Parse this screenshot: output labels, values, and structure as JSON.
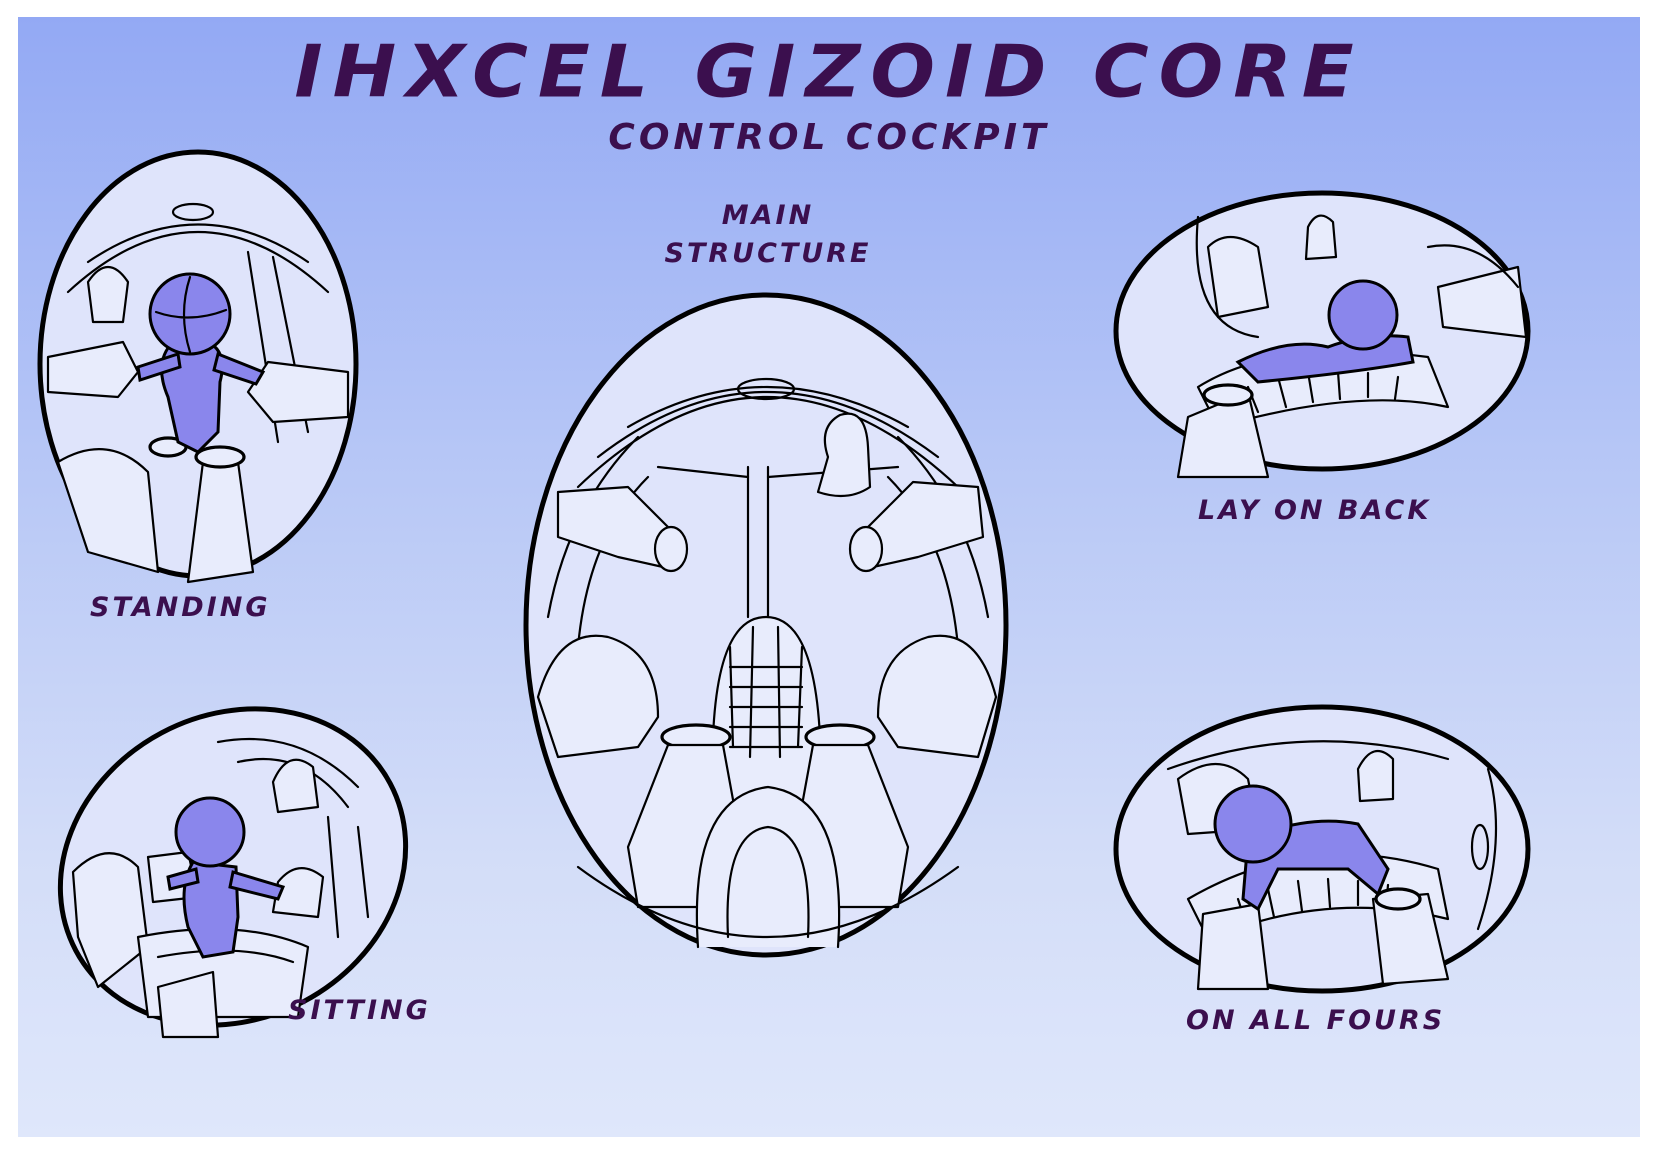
{
  "title": "IHXCEL GIZOID CORE",
  "subtitle": "CONTROL COCKPIT",
  "panels": {
    "main": {
      "label_line1": "MAIN",
      "label_line2": "STRUCTURE"
    },
    "standing": {
      "label": "STANDING"
    },
    "sitting": {
      "label": "SITTING"
    },
    "lay_on_back": {
      "label": "LAY ON BACK"
    },
    "on_all_fours": {
      "label": "ON ALL FOURS"
    }
  },
  "colors": {
    "background_top": "#93a9f4",
    "background_bottom": "#dfe7fb",
    "text": "#3b0f4e",
    "figure": "#8a86ec",
    "line": "#000000"
  }
}
